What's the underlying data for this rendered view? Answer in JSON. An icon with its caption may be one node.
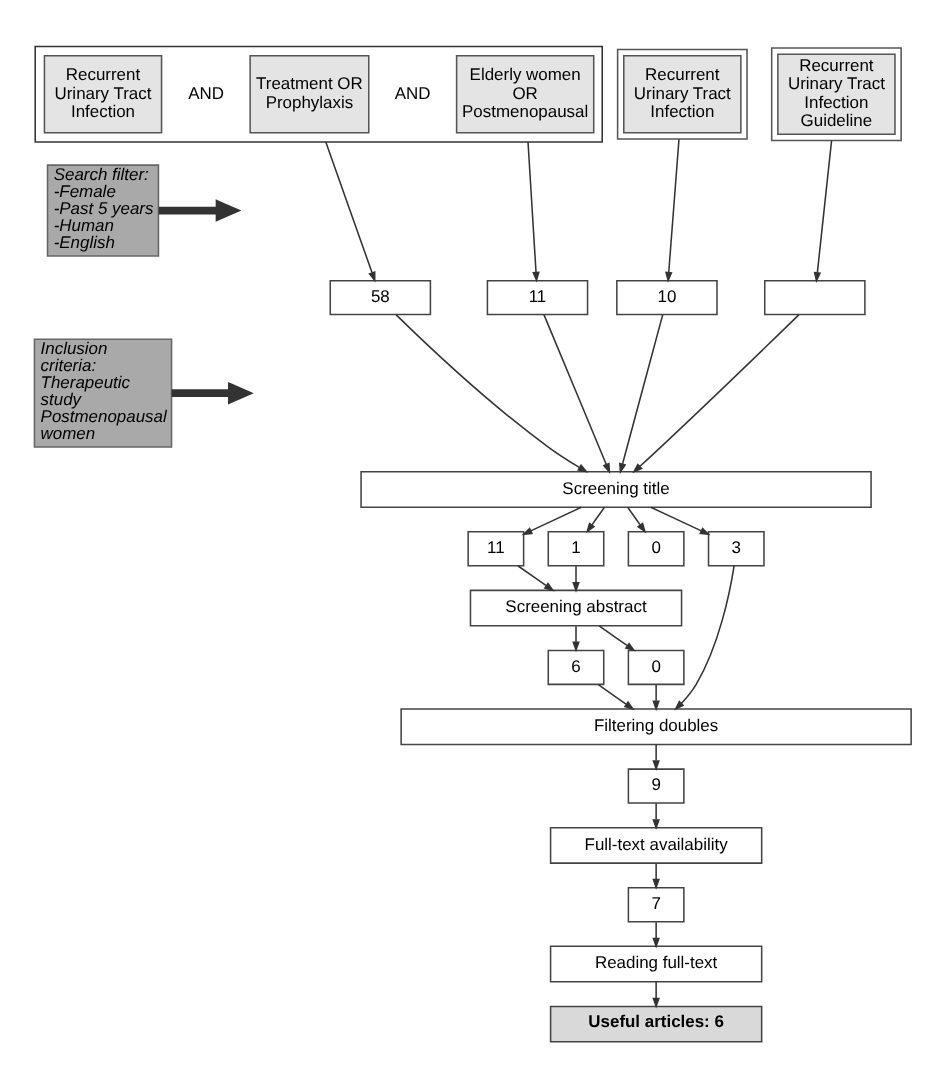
{
  "diagram": {
    "nodes": [
      {
        "text": [],
        "shape": "box"
      },
      {
        "text": [
          "Recurrent Urinary Tract Infection"
        ],
        "in": 0
      },
      {
        "text": [
          "Treatment OR Prophylaxis"
        ],
        "in": 0
      },
      {
        "text": [
          "Elderly women OR Postmenopausal"
        ],
        "in": 0
      },
      {
        "text": [
          "Recurrent Urinary Tract Infection"
        ]
      },
      {
        "text": [
          "Recurrent Urinary Tract Infection Guideline"
        ]
      },
      {
        "text": [
          "Search filter:",
          "-Female",
          "-Past 5 years",
          "-Human",
          "-English"
        ]
      },
      {
        "text": [
          "58"
        ]
      },
      {
        "text": [
          "11"
        ]
      },
      {
        "text": [
          "10"
        ]
      },
      {
        "text": [],
        "shape": "box"
      },
      {
        "text": [
          "Inclusion criteria:",
          "Therapeutic study",
          "Postmenopausal women"
        ]
      },
      {
        "text": [
          "Screening title"
        ]
      },
      {
        "text": [
          "11"
        ]
      },
      {
        "text": [
          "1"
        ]
      },
      {
        "text": [
          "0"
        ]
      },
      {
        "text": [
          "3"
        ]
      },
      {
        "text": [
          "Screening abstract"
        ]
      },
      {
        "text": [
          "6"
        ]
      },
      {
        "text": [
          "0"
        ]
      },
      {
        "text": [
          "Filtering doubles"
        ]
      },
      {
        "text": [
          "9"
        ]
      },
      {
        "text": [
          "Full-text availability"
        ]
      },
      {
        "text": [
          "7"
        ]
      },
      {
        "text": [
          "Reading full-text"
        ]
      },
      {
        "text": [
          "Useful articles: 6"
        ]
      }
    ],
    "edges": [
      {
        "from": 0,
        "to": 7,
        "arrow": "to"
      },
      {
        "from": 0,
        "to": 8,
        "arrow": "to"
      },
      {
        "from": 4,
        "to": 9,
        "arrow": "to"
      },
      {
        "from": 5,
        "to": 10,
        "arrow": "to"
      },
      {
        "from": 6,
        "to": null,
        "arrow": "to",
        "style": "thick"
      },
      {
        "from": 11,
        "to": null,
        "arrow": "to",
        "style": "thick"
      },
      {
        "from": 7,
        "to": 12,
        "arrow": "to"
      },
      {
        "from": 8,
        "to": 12,
        "arrow": "to"
      },
      {
        "from": 9,
        "to": 12,
        "arrow": "to"
      },
      {
        "from": 10,
        "to": 12,
        "arrow": "to"
      },
      {
        "from": 12,
        "to": 13,
        "arrow": "to"
      },
      {
        "from": 12,
        "to": 14,
        "arrow": "to"
      },
      {
        "from": 12,
        "to": 15,
        "arrow": "to"
      },
      {
        "from": 12,
        "to": 16,
        "arrow": "to"
      },
      {
        "from": 13,
        "to": 17,
        "arrow": "to"
      },
      {
        "from": 14,
        "to": 17,
        "arrow": "to"
      },
      {
        "from": 17,
        "to": 18,
        "arrow": "to"
      },
      {
        "from": 17,
        "to": 19,
        "arrow": "to"
      },
      {
        "from": 18,
        "to": 20,
        "arrow": "to"
      },
      {
        "from": 19,
        "to": 20,
        "arrow": "to"
      },
      {
        "from": 16,
        "to": 20,
        "arrow": "to"
      },
      {
        "from": 20,
        "to": 21,
        "arrow": "to"
      },
      {
        "from": 21,
        "to": 22,
        "arrow": "to"
      },
      {
        "from": 22,
        "to": 23,
        "arrow": "to"
      },
      {
        "from": 23,
        "to": 24,
        "arrow": "to"
      },
      {
        "from": 24,
        "to": 25,
        "arrow": "to"
      }
    ],
    "labels": [
      "AND",
      "AND"
    ]
  }
}
